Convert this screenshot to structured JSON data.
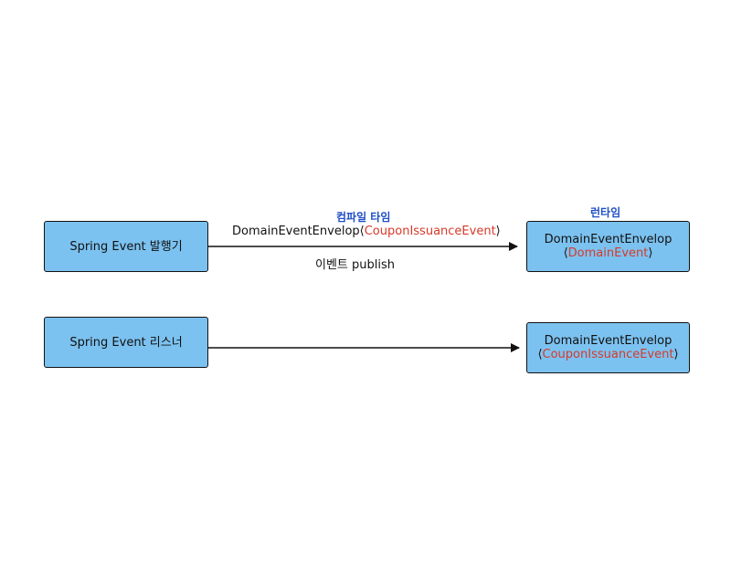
{
  "boxes": {
    "publisher": {
      "label": "Spring Event 발행기"
    },
    "listener": {
      "label": "Spring Event 리스너"
    },
    "runtime_publish": {
      "line1": "DomainEventEnvelop",
      "open": "⟨",
      "generic": "DomainEvent",
      "close": "⟩"
    },
    "runtime_listen": {
      "line1": "DomainEventEnvelop",
      "open": "⟨",
      "generic": "CouponIssuanceEvent",
      "close": "⟩"
    }
  },
  "labels": {
    "compile_time": "컴파일 타임",
    "runtime": "런타임",
    "publish_type_prefix": "DomainEventEnvelop",
    "publish_type_open": "⟨",
    "publish_type_generic": "CouponIssuanceEvent",
    "publish_type_close": "⟩",
    "publish_action": "이벤트 publish"
  },
  "colors": {
    "box_fill": "#7cc2f0",
    "generic_text": "#d63a2a",
    "heading_text": "#1f4fc4"
  }
}
